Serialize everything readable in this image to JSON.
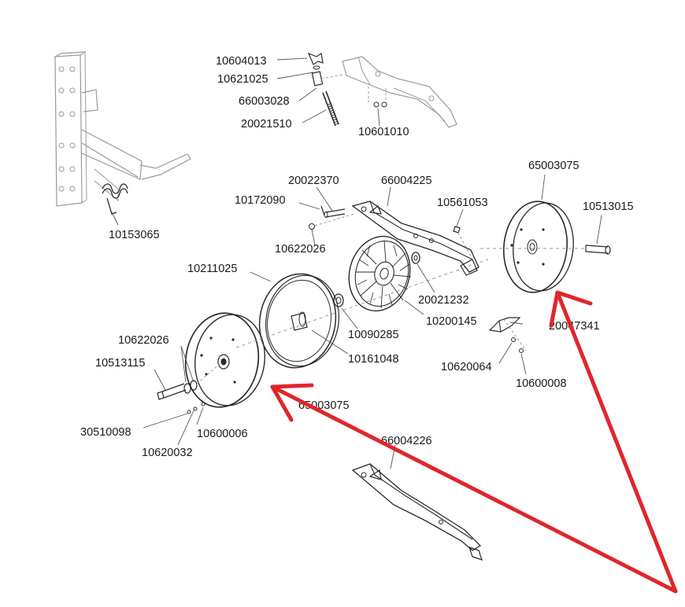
{
  "parts": {
    "p10604013": "10604013",
    "p10621025": "10621025",
    "p66003028": "66003028",
    "p20021510": "20021510",
    "p10601010": "10601010",
    "p10153065": "10153065",
    "p65003075_top": "65003075",
    "p10513015": "10513015",
    "p20022370": "20022370",
    "p66004225": "66004225",
    "p10172090": "10172090",
    "p10561053": "10561053",
    "p10622026_top": "10622026",
    "p10211025": "10211025",
    "p20021232": "20021232",
    "p10200145": "10200145",
    "p20047341": "20047341",
    "p10090285": "10090285",
    "p10622026_left": "10622026",
    "p10161048": "10161048",
    "p10513115": "10513115",
    "p10620064": "10620064",
    "p10600008": "10600008",
    "p65003075_bottom": "65003075",
    "p30510098": "30510098",
    "p10600006": "10600006",
    "p10620032": "10620032",
    "p66004226": "66004226"
  },
  "colors": {
    "annotation_arrow": "#e0262b",
    "line_art": "#2a2a2a",
    "faded_frame": "#9a9a9a"
  }
}
